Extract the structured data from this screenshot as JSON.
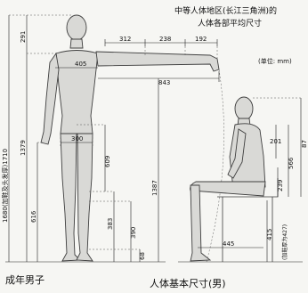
{
  "header": {
    "title_line1": "中等人体地区(长江三角洲)的",
    "title_line2": "人体各部平均尺寸",
    "unit": "(单位: mm)"
  },
  "footer": {
    "caption_left": "成年男子",
    "caption_right": "人体基本尺寸(男)"
  },
  "arm": {
    "upper_arm": "312",
    "forearm": "238",
    "hand": "192",
    "shoulder_width": "405",
    "arm_reach": "843"
  },
  "standing": {
    "stature_label": "1680(加鞋及头发厚)1710",
    "head_neck": "291",
    "shoulder_height": "1379",
    "hip_width": "300",
    "hand_length": "616",
    "crotch_to_knee": "609",
    "knee_height": "383",
    "lower_leg": "390",
    "ankle": "68",
    "hand_height": "1387"
  },
  "seated": {
    "sitting_height": "87",
    "chest_depth": "201",
    "eye_to_seat": "566",
    "thigh_clearance": "239",
    "popliteal_height": "415",
    "popliteal_note": "(加鞋厚为427)",
    "buttock_knee": "445"
  }
}
